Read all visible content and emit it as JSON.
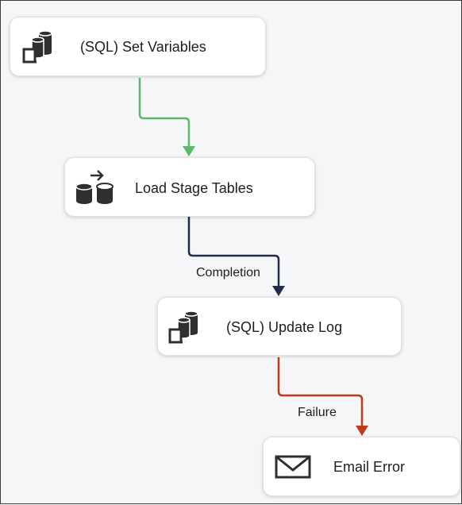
{
  "tasks": [
    {
      "id": "set-variables",
      "label": "(SQL) Set Variables",
      "icon": "sql-task-icon"
    },
    {
      "id": "load-stage-tables",
      "label": "Load Stage Tables",
      "icon": "data-flow-icon"
    },
    {
      "id": "update-log",
      "label": "(SQL) Update Log",
      "icon": "sql-task-icon"
    },
    {
      "id": "email-error",
      "label": "Email Error",
      "icon": "envelope-icon"
    }
  ],
  "connectors": [
    {
      "from": "set-variables",
      "to": "load-stage-tables",
      "label": "",
      "type": "success",
      "color": "#5cb86b"
    },
    {
      "from": "load-stage-tables",
      "to": "update-log",
      "label": "Completion",
      "type": "completion",
      "color": "#1f2d4a"
    },
    {
      "from": "update-log",
      "to": "email-error",
      "label": "Failure",
      "type": "failure",
      "color": "#c0391b"
    }
  ]
}
